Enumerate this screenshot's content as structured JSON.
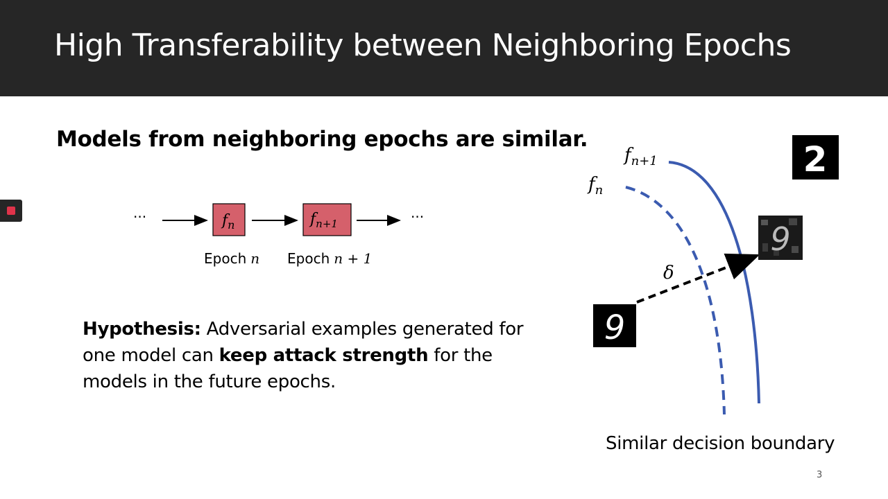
{
  "slide": {
    "title": "High Transferability between Neighboring Epochs",
    "subtitle": "Models from neighboring epochs are similar.",
    "page_number": "3"
  },
  "chain": {
    "ellipsis_left": "···",
    "ellipsis_right": "···",
    "model_n": "f",
    "model_n_sub": "n",
    "model_n1": "f",
    "model_n1_sub": "n+1",
    "epoch_n_label": "Epoch",
    "epoch_n_var": "n",
    "epoch_n1_label": "Epoch",
    "epoch_n1_var": "n + 1",
    "box_color": "#d5606b"
  },
  "hypothesis": {
    "label": "Hypothesis:",
    "text_1": " Adversarial examples generated for one model can ",
    "emphasis": "keep attack strength",
    "text_2": " for the models in the future epochs."
  },
  "boundary": {
    "curve_n_label": "f",
    "curve_n_sub": "n",
    "curve_n1_label": "f",
    "curve_n1_sub": "n+1",
    "perturbation": "δ",
    "caption": "Similar decision boundary",
    "curve_color": "#3b5bb0"
  },
  "images": {
    "target_digit": "2",
    "clean_digit": "9",
    "adversarial_digit": "9"
  }
}
